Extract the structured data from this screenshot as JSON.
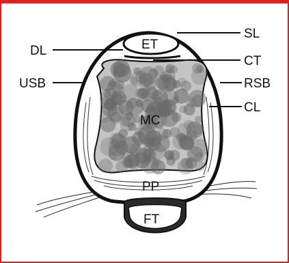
{
  "labels": {
    "SL": "SL",
    "DL": "DL",
    "ET": "ET",
    "CT": "CT",
    "USB": "USB",
    "RSB": "RSB",
    "CL": "CL",
    "MC": "MC",
    "PP": "PP",
    "FT": "FT"
  },
  "colors": {
    "frame": "#e02020",
    "outline": "#111111",
    "capsule_fill": "#bdbdbd",
    "mass_blob": "#6a6a6a",
    "background": "#ffffff"
  }
}
